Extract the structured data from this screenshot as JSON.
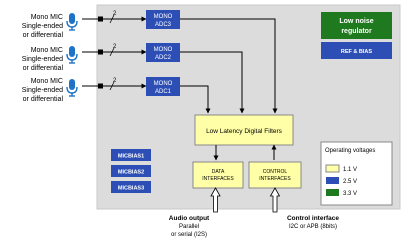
{
  "inputs": [
    {
      "lines": [
        "Mono MIC",
        "Single-ended",
        "or differential"
      ]
    },
    {
      "lines": [
        "Mono MIC",
        "Single-ended",
        "or differential"
      ]
    },
    {
      "lines": [
        "Mono MIC",
        "Single-ended",
        "or differential"
      ]
    }
  ],
  "bus_width": "2",
  "adcs": [
    {
      "lines": [
        "MONO",
        "ADC3"
      ]
    },
    {
      "lines": [
        "MONO",
        "ADC2"
      ]
    },
    {
      "lines": [
        "MONO",
        "ADC1"
      ]
    }
  ],
  "regulator": {
    "lines": [
      "Low noise",
      "regulator"
    ]
  },
  "ref_bias": "REF & BIAS",
  "filters": "Low Latency Digital Filters",
  "micbias": [
    "MICBIAS1",
    "MICBIAS2",
    "MICBIAS3"
  ],
  "data_if": {
    "lines": [
      "DATA",
      "INTERFACES"
    ]
  },
  "control_if": {
    "lines": [
      "CONTROL",
      "INTERFACES"
    ]
  },
  "voltages": {
    "title": "Operating voltages",
    "items": [
      {
        "label": "1.1 V",
        "color": "#ffffa8"
      },
      {
        "label": "2.5 V",
        "color": "#2d4fb5"
      },
      {
        "label": "3.3 V",
        "color": "#1f7a1f"
      }
    ]
  },
  "audio_output": {
    "title": "Audio output",
    "lines": [
      "Parallel",
      "or serial (I2S)"
    ]
  },
  "control_interface": {
    "title": "Control interface",
    "lines": [
      "I2C or APB (8bits)"
    ]
  },
  "colors": {
    "chip": "#dcdcdc",
    "blue": "#2d4fb5",
    "green": "#1f7a1f",
    "yellow": "#ffffa8",
    "mic": "#1e73c8"
  }
}
